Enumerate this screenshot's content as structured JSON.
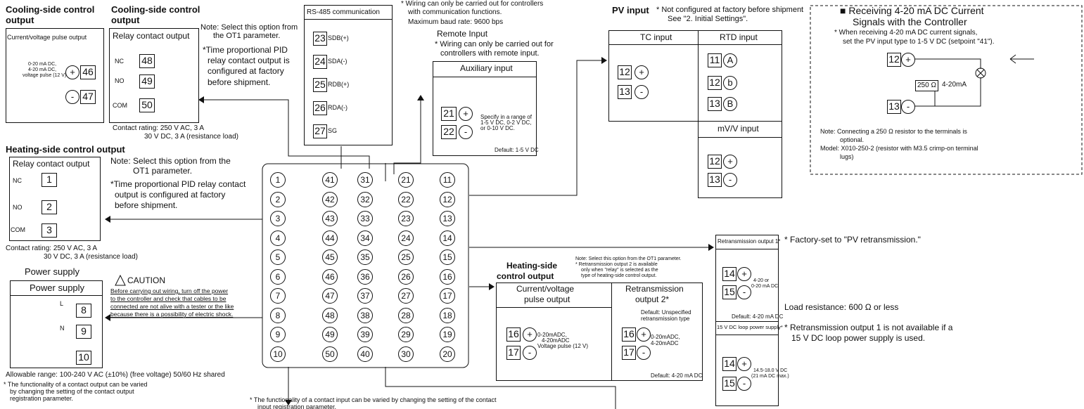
{
  "cooling": {
    "title1": "Cooling-side control",
    "title1b": "output",
    "title2": "Cooling-side control",
    "title2b": "output",
    "pulse_box": "Current/voltage pulse output",
    "relay_box": "Relay contact output",
    "pulse_l1": "0-20 mA DC,",
    "pulse_l2": "4-20 mA DC,",
    "pulse_l3": "voltage pulse (12 V)",
    "t46": "46",
    "t47": "47",
    "t48": "48",
    "t49": "49",
    "t50": "50",
    "nc": "NC",
    "no": "NO",
    "com": "COM",
    "note1": "Note: Select this option from",
    "note2": "the OT1 parameter.",
    "note3": "*Time proportional PID",
    "note4": "relay contact output is",
    "note5": "configured at factory",
    "note6": "before shipment.",
    "rating1": "Contact rating: 250 V AC, 3 A",
    "rating2": "30 V DC, 3 A (resistance load)"
  },
  "rs485": {
    "title": "RS-485 communication",
    "rows": [
      {
        "n": "23",
        "l": "SDB(+)"
      },
      {
        "n": "24",
        "l": "SDA(-)"
      },
      {
        "n": "25",
        "l": "RDB(+)"
      },
      {
        "n": "26",
        "l": "RDA(-)"
      },
      {
        "n": "27",
        "l": "SG"
      }
    ],
    "note1": "* Wiring can only be carried out for controllers",
    "note2": "with communication functions.",
    "note3": "Maximum baud rate: 9600 bps"
  },
  "remote": {
    "title": "Remote Input",
    "note1": "* Wiring can only be carried out for",
    "note2": "controllers with remote input.",
    "aux": "Auxiliary input",
    "t21": "21",
    "t22": "22",
    "spec1": "Specify in a range of",
    "spec2": "1-5 V DC, 0-2 V DC,",
    "spec3": "or 0-10 V DC.",
    "def": "Default: 1-5 V DC"
  },
  "pv": {
    "title": "PV input",
    "note1": "* Not configured at factory before shipment",
    "note2": "See \"2. Initial Settings\".",
    "tc": "TC input",
    "rtd": "RTD input",
    "mv": "mV/V input",
    "t11": "11",
    "t12": "12",
    "t13": "13",
    "a": "A",
    "b": "b",
    "B": "B"
  },
  "receiving": {
    "title1": "■ Receiving 4-20 mA DC Current",
    "title2": "Signals with the Controller",
    "n1": "* When receiving 4-20 mA DC current signals,",
    "n2": "set the PV input type to 1-5 V DC (setpoint \"41\").",
    "res": "250 Ω",
    "ma": "4-20mA",
    "note1": "Note: Connecting a 250 Ω resistor to the terminals is",
    "note2": "optional.",
    "note3": "Model: X010-250-2 (resistor with M3.5 crimp-on terminal",
    "note4": "lugs)",
    "t12": "12",
    "t13": "13"
  },
  "heating": {
    "title": "Heating-side control output",
    "relay_box": "Relay contact output",
    "nc": "NC",
    "no": "NO",
    "com": "COM",
    "t1": "1",
    "t2": "2",
    "t3": "3",
    "note1": "Note: Select this option from the",
    "note2": "OT1 parameter.",
    "note3": "*Time proportional PID relay contact",
    "note4": "output is configured at factory",
    "note5": "before shipment.",
    "rating1": "Contact rating: 250 V AC, 3 A",
    "rating2": "30 V DC, 3 A (resistance load)"
  },
  "power": {
    "title": "Power supply",
    "box": "Power supply",
    "l": "L",
    "n": "N",
    "t8": "8",
    "t9": "9",
    "t10": "10",
    "caution": "CAUTION",
    "c1": "Before carrying out wiring, turn off the power",
    "c2": "to the controller and check that cables to be",
    "c3": "connected are not alive with a tester or the like",
    "c4": "because there is a possibility of electric shock.",
    "range": "Allowable range: 100-240 V AC (±10%) (free voltage) 50/60 Hz shared"
  },
  "footnotes": {
    "f1": "* The functionality of a contact output can be varied",
    "f2": "by changing the setting of the contact output",
    "f3": "registration parameter.",
    "f4": "* The functionality of a contact input can be varied by changing the setting of the contact",
    "f5": "input registration parameter."
  },
  "terminals": {
    "col1": [
      "1",
      "2",
      "3",
      "4",
      "5",
      "6",
      "7",
      "8",
      "9",
      "10"
    ],
    "col2": [
      "41",
      "42",
      "43",
      "44",
      "45",
      "46",
      "47",
      "48",
      "49",
      "50"
    ],
    "col3": [
      "31",
      "32",
      "33",
      "34",
      "35",
      "36",
      "37",
      "38",
      "39",
      "40"
    ],
    "col4": [
      "21",
      "22",
      "23",
      "24",
      "25",
      "26",
      "27",
      "28",
      "29",
      "30"
    ],
    "col5": [
      "11",
      "12",
      "13",
      "14",
      "15",
      "16",
      "17",
      "18",
      "19",
      "20"
    ]
  },
  "heat_out": {
    "title1": "Heating-side",
    "title2": "control output",
    "note1": "Note: Select this option from the OT1 parameter.",
    "note2": "* Retransmission output 2 is available",
    "note3": "only when \"relay\" is selected as the",
    "note4": "type of heating-side control output.",
    "cv1": "Current/voltage",
    "cv2": "pulse output",
    "rt1": "Retransmission",
    "rt2": "output 2*",
    "t16": "16",
    "t17": "17",
    "cv_l1": "0-20mADC,",
    "cv_l2": "4-20mADC",
    "cv_l3": "Voltage pulse (12 V)",
    "def_a": "Default: Unspecified",
    "def_b": "retransmission type",
    "rt_l1": "0-20mADC,",
    "rt_l2": "4-20mADC",
    "def2": "Default: 4-20 mA DC"
  },
  "retrans": {
    "box1": "Retransmission output 1*",
    "t14": "14",
    "t15": "15",
    "l1": "4-20 or",
    "l2": "0-20 mA DC",
    "def": "Default: 4-20 mA DC",
    "box2": "15 V DC loop power supply*",
    "v1": "14.5-18.0 V DC",
    "v2": "(21 mA DC max.)",
    "note1": "* Factory-set to \"PV retransmission.\"",
    "load": "Load resistance: 600 Ω or less",
    "note2": "* Retransmission output 1 is not available if a",
    "note3": "15 V DC loop power supply is used."
  }
}
